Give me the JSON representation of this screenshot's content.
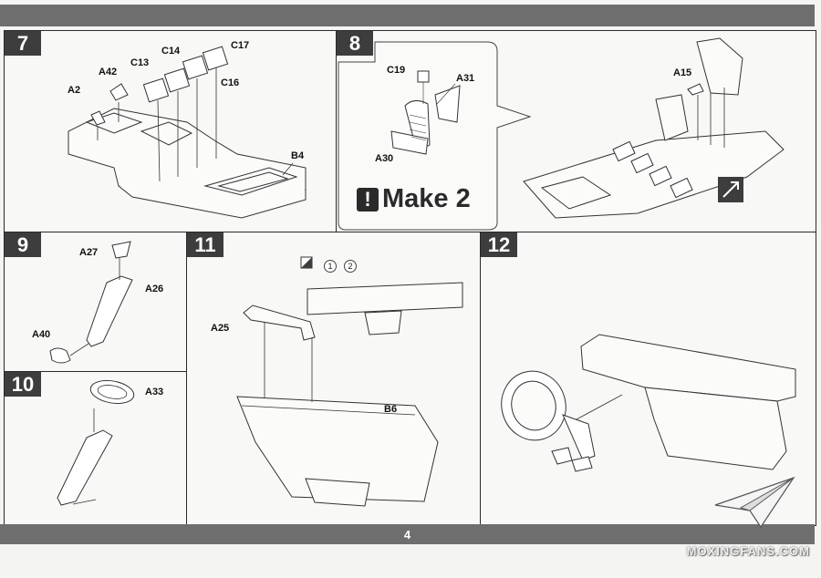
{
  "page": {
    "number": "4",
    "watermark": "MOXINGFANS.COM"
  },
  "steps": {
    "s7": {
      "number": "7",
      "labels": {
        "A2": "A2",
        "A42": "A42",
        "C13": "C13",
        "C14": "C14",
        "C17": "C17",
        "C16": "C16",
        "B4": "B4"
      }
    },
    "s8": {
      "number": "8",
      "labels": {
        "C19": "C19",
        "A31": "A31",
        "A30": "A30",
        "A15": "A15"
      },
      "make_text": "Make 2",
      "make_icon": "!"
    },
    "s9": {
      "number": "9",
      "labels": {
        "A27": "A27",
        "A26": "A26",
        "A40": "A40"
      }
    },
    "s10": {
      "number": "10",
      "labels": {
        "A33": "A33"
      }
    },
    "s11": {
      "number": "11",
      "labels": {
        "A25": "A25",
        "B6": "B6"
      },
      "callouts": [
        "1",
        "2"
      ]
    },
    "s12": {
      "number": "12"
    }
  },
  "colors": {
    "band": "#6e6e6e",
    "step_badge": "#3d3d3d",
    "line": "#333333"
  }
}
